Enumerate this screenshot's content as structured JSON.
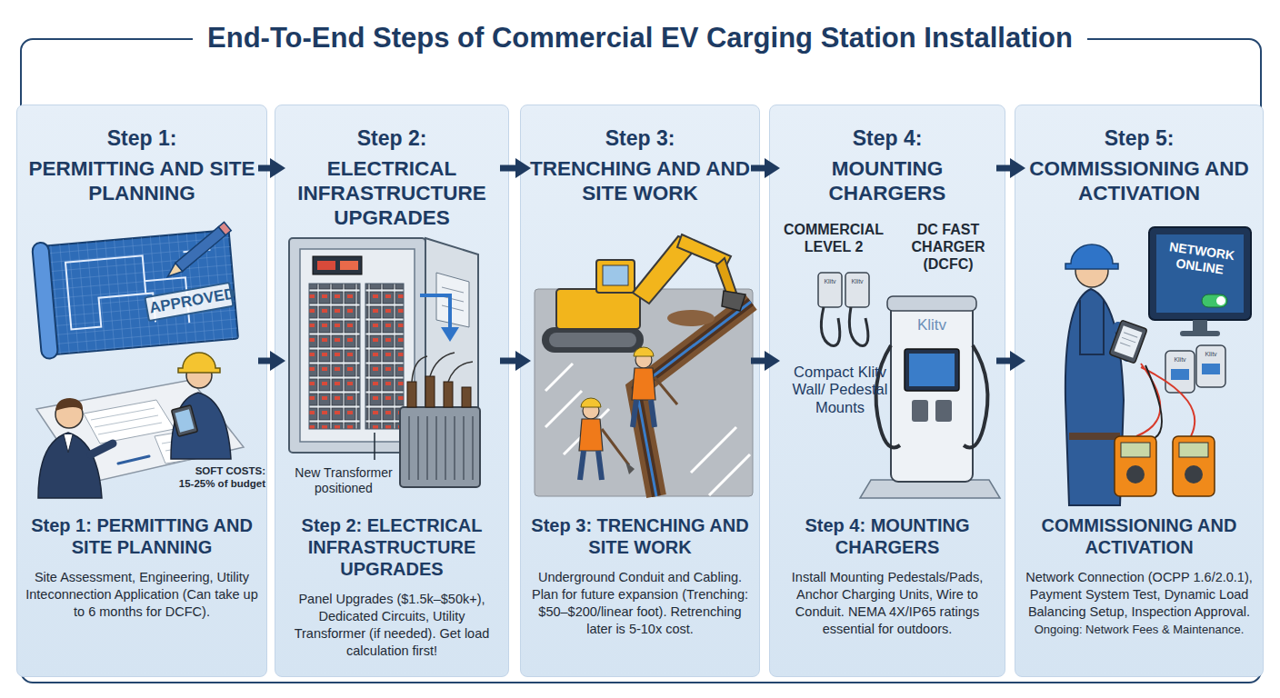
{
  "diagram": {
    "title": "End-To-End Steps of Commercial EV Carging Station Installation",
    "nodes": [
      {
        "text": [
          "Step 1:",
          "PERMITTING AND SITE PLANNING",
          "Step 1: PERMITTING AND SITE PLANNING",
          "Site Assessment, Engineering, Utility Inteconnection Application (Can take up to 6 months for DCFC)."
        ]
      },
      {
        "text": [
          "Step 2:",
          "ELECTRICAL INFRASTRUCTURE UPGRADES",
          "Step 2: ELECTRICAL INFRASTRUCTURE UPGRADES",
          "Panel Upgrades ($1.5k–$50k+), Dedicated Circuits, Utility Transformer (if needed). Get load calculation first!"
        ]
      },
      {
        "text": [
          "Step 3:",
          "TRENCHING AND AND SITE WORK",
          "Step 3: TRENCHING AND SITE WORK",
          "Underground Conduit and Cabling. Plan for future expansion (Trenching: $50–$200/linear foot). Retrenching later is 5-10x cost."
        ]
      },
      {
        "text": [
          "Step 4:",
          "MOUNTING CHARGERS",
          "Step 4: MOUNTING CHARGERS",
          "Install Mounting Pedestals/Pads, Anchor Charging Units, Wire to Conduit. NEMA 4X/IP65 ratings essential for outdoors."
        ]
      },
      {
        "text": [
          "Step 5:",
          "COMMISSIONING AND ACTIVATION",
          "COMMISSIONING AND ACTIVATION",
          "Network Connection (OCPP 1.6/2.0.1), Payment System Test, Dynamic Load Balancing Setup, Inspection Approval.",
          "Ongoing: Network Fees & Maintenance."
        ]
      }
    ],
    "edges": [
      {
        "from": 0,
        "to": 1,
        "arrow": "to"
      },
      {
        "from": 0,
        "to": 1,
        "arrow": "to"
      },
      {
        "from": 1,
        "to": 2,
        "arrow": "to"
      },
      {
        "from": 1,
        "to": 2,
        "arrow": "to"
      },
      {
        "from": 2,
        "to": 3,
        "arrow": "to"
      },
      {
        "from": 2,
        "to": 3,
        "arrow": "to"
      },
      {
        "from": 3,
        "to": 4,
        "arrow": "to"
      },
      {
        "from": 3,
        "to": 4,
        "arrow": "to"
      }
    ],
    "labels": [
      "APPROVED",
      "SOFT COSTS: 15-25% of budget",
      "New Transformer positioned",
      "COMMERCIAL LEVEL 2",
      "DC FAST CHARGER (DCFC)",
      "Klitv",
      "Klitv",
      "Klitv",
      "Compact Klitv Wall/ Pedestal Mounts",
      "NETWORK ONLINE",
      "Klitv",
      "Klitv"
    ]
  }
}
